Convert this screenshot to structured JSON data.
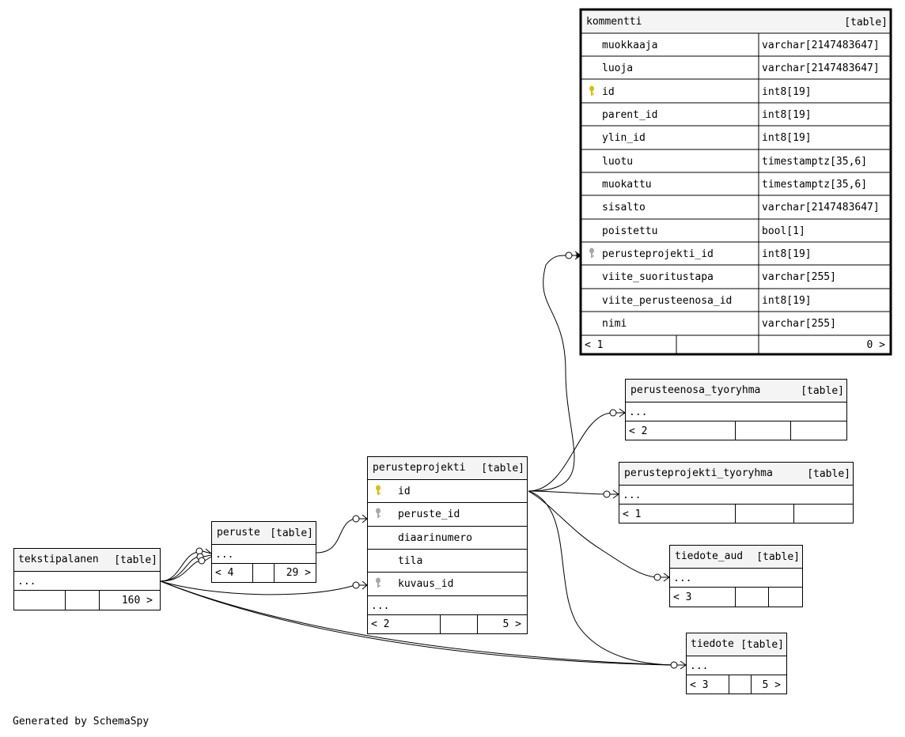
{
  "footer": "Generated by SchemaSpy",
  "colors": {
    "primary_key": "#d4c400",
    "foreign_key": "#a8a8a8",
    "header_fill": "#f4f4f4",
    "line": "#000000"
  },
  "tables": {
    "kommentti": {
      "name": "kommentti",
      "type": "[table]",
      "columns": [
        {
          "name": "muokkaaja",
          "type": "varchar[2147483647]",
          "key": ""
        },
        {
          "name": "luoja",
          "type": "varchar[2147483647]",
          "key": ""
        },
        {
          "name": "id",
          "type": "int8[19]",
          "key": "primary-key-icon"
        },
        {
          "name": "parent_id",
          "type": "int8[19]",
          "key": ""
        },
        {
          "name": "ylin_id",
          "type": "int8[19]",
          "key": ""
        },
        {
          "name": "luotu",
          "type": "timestamptz[35,6]",
          "key": ""
        },
        {
          "name": "muokattu",
          "type": "timestamptz[35,6]",
          "key": ""
        },
        {
          "name": "sisalto",
          "type": "varchar[2147483647]",
          "key": ""
        },
        {
          "name": "poistettu",
          "type": "bool[1]",
          "key": ""
        },
        {
          "name": "perusteprojekti_id",
          "type": "int8[19]",
          "key": "foreign-key-icon"
        },
        {
          "name": "viite_suoritustapa",
          "type": "varchar[255]",
          "key": ""
        },
        {
          "name": "viite_perusteenosa_id",
          "type": "int8[19]",
          "key": ""
        },
        {
          "name": "nimi",
          "type": "varchar[255]",
          "key": ""
        }
      ],
      "footer": {
        "parents": "< 1",
        "rows": "",
        "children": "0 >"
      }
    },
    "perusteenosa_tyoryhma": {
      "name": "perusteenosa_tyoryhma",
      "type": "[table]",
      "ellipsis": "...",
      "footer": {
        "parents": "< 2",
        "rows": "",
        "children": ""
      }
    },
    "perusteprojekti_tyoryhma": {
      "name": "perusteprojekti_tyoryhma",
      "type": "[table]",
      "ellipsis": "...",
      "footer": {
        "parents": "< 1",
        "rows": "",
        "children": ""
      }
    },
    "perusteprojekti": {
      "name": "perusteprojekti",
      "type": "[table]",
      "columns": [
        {
          "name": "id",
          "key": "primary-key-icon"
        },
        {
          "name": "peruste_id",
          "key": "foreign-key-icon"
        },
        {
          "name": "diaarinumero",
          "key": ""
        },
        {
          "name": "tila",
          "key": ""
        },
        {
          "name": "kuvaus_id",
          "key": "foreign-key-icon"
        }
      ],
      "ellipsis": "...",
      "footer": {
        "parents": "< 2",
        "rows": "",
        "children": "5 >"
      }
    },
    "peruste": {
      "name": "peruste",
      "type": "[table]",
      "ellipsis": "...",
      "footer": {
        "parents": "< 4",
        "rows": "",
        "children": "29 >"
      }
    },
    "tekstipalanen": {
      "name": "tekstipalanen",
      "type": "[table]",
      "ellipsis": "...",
      "footer": {
        "parents": "",
        "rows": "",
        "children": "160 >"
      }
    },
    "tiedote_aud": {
      "name": "tiedote_aud",
      "type": "[table]",
      "ellipsis": "...",
      "footer": {
        "parents": "< 3",
        "rows": "",
        "children": ""
      }
    },
    "tiedote": {
      "name": "tiedote",
      "type": "[table]",
      "ellipsis": "...",
      "footer": {
        "parents": "< 3",
        "rows": "",
        "children": "5 >"
      }
    }
  }
}
